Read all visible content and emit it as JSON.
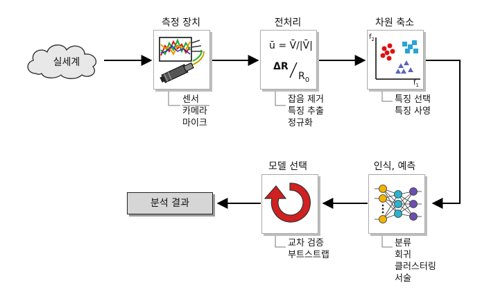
{
  "source": {
    "label": "실세계"
  },
  "stages": {
    "measure": {
      "title": "측정 장치",
      "notes": [
        "센서",
        "카메라",
        "마이크"
      ]
    },
    "preprocess": {
      "title": "전처리",
      "formula_1": "ū = V̄/|V̄|",
      "formula_2_num": "ΔR",
      "formula_2_den": "R",
      "formula_2_sub": "0",
      "notes": [
        "잡음 제거",
        "특징 추출",
        "정규화"
      ]
    },
    "reduce": {
      "title": "차원 축소",
      "axis_y": "f",
      "axis_y_sub": "2",
      "axis_x": "f",
      "axis_x_sub": "1",
      "notes": [
        "특징 선택",
        "특징 사영"
      ]
    },
    "recognize": {
      "title": "인식, 예측",
      "notes": [
        "분류",
        "회귀",
        "클러스터링",
        "서술"
      ]
    },
    "model": {
      "title": "모델 선택",
      "notes": [
        "교차 검증",
        "부트스트랩"
      ]
    }
  },
  "result": {
    "label": "분석 결과"
  }
}
